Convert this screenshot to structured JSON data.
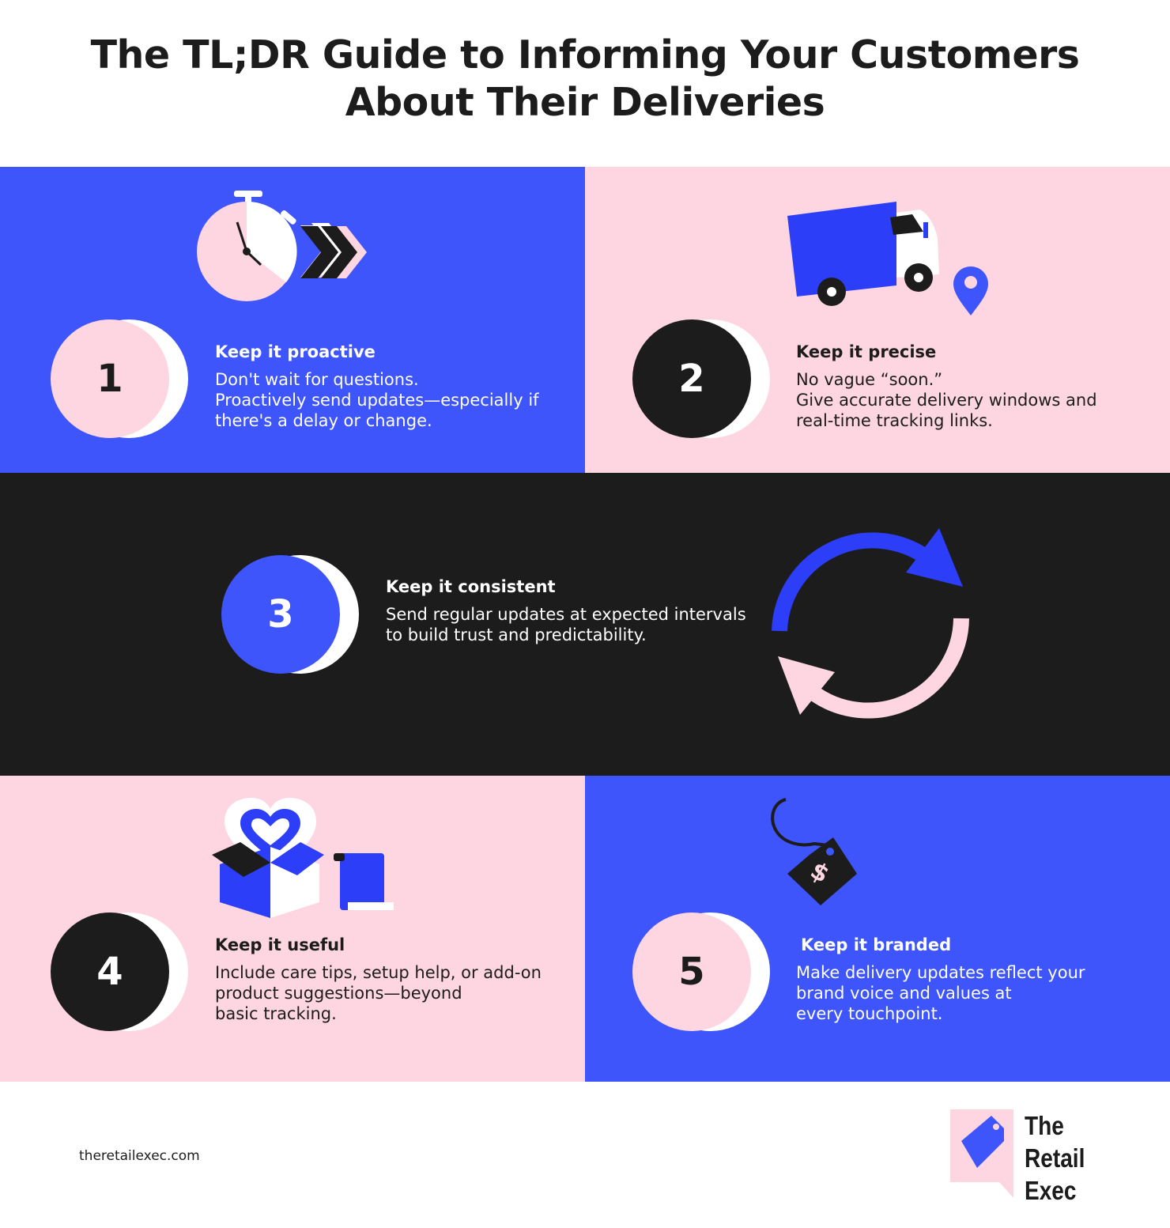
{
  "title": {
    "line1": "The TL;DR Guide to Informing Your Customers",
    "line2": "About Their Deliveries"
  },
  "steps": [
    {
      "number": "1",
      "heading": "Keep it proactive",
      "lines": [
        "Don't wait for questions.",
        "Proactively send updates—especially if",
        "there's a delay or change."
      ],
      "icon": "stopwatch-icon"
    },
    {
      "number": "2",
      "heading": "Keep it precise",
      "lines": [
        "No vague “soon.”",
        "Give accurate delivery windows and",
        "real-time tracking links."
      ],
      "icon": "delivery-truck-icon"
    },
    {
      "number": "3",
      "heading": "Keep it consistent",
      "lines": [
        "Send regular updates at expected intervals",
        "to build trust and predictability."
      ],
      "icon": "refresh-cycle-icon"
    },
    {
      "number": "4",
      "heading": "Keep it useful",
      "lines": [
        "Include care tips, setup help, or add-on",
        "product suggestions—beyond",
        "basic tracking."
      ],
      "icon": "gift-box-heart-icon"
    },
    {
      "number": "5",
      "heading": "Keep it branded",
      "lines": [
        "Make delivery updates reflect your",
        "brand voice and values at",
        "every touchpoint."
      ],
      "icon": "price-tag-icon"
    }
  ],
  "footer": {
    "url": "theretailexec.com",
    "logo": [
      "The",
      "Retail",
      "Exec"
    ]
  },
  "colors": {
    "blue": "#3d55fb",
    "pink": "#fdd6e1",
    "black": "#1c1c1c",
    "white": "#ffffff"
  }
}
